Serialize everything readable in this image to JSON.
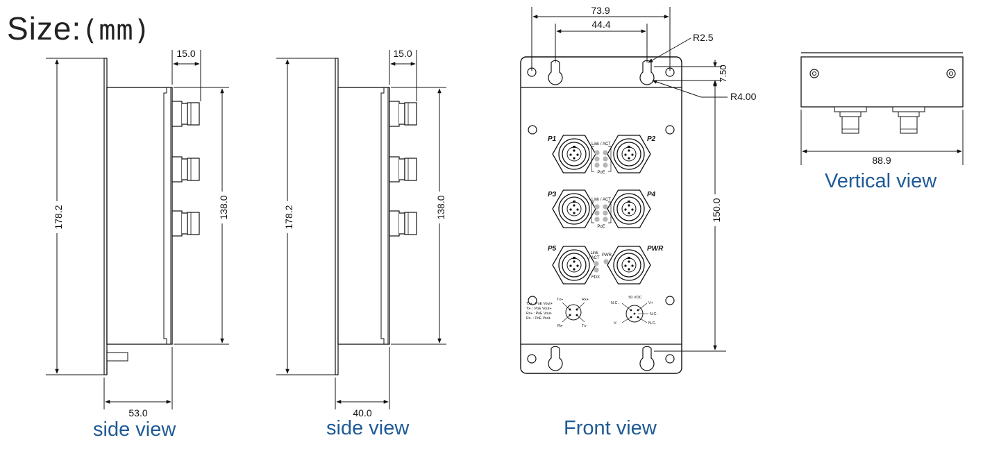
{
  "title": {
    "prefix": "Size:",
    "open_paren": "(",
    "unit": "mm",
    "close_paren": ")"
  },
  "views": {
    "side1": {
      "caption": "side view",
      "height_total": "178.2",
      "height_inner": "138.0",
      "connector_depth": "15.0",
      "depth": "53.0"
    },
    "side2": {
      "caption": "side view",
      "height_total": "178.2",
      "height_inner": "138.0",
      "connector_depth": "15.0",
      "depth": "40.0"
    },
    "front": {
      "caption": "Front view",
      "width_total": "73.9",
      "hole_spacing": "44.4",
      "radius_small": "R2.5",
      "radius_large": "R4.00",
      "offset": "7.50",
      "hole_vertical": "150.0",
      "ports": [
        "P1",
        "P2",
        "P3",
        "P4",
        "P5",
        "PWR"
      ],
      "led_link_act": "Link / ACT",
      "led_poe": "PoE",
      "led_link": "Link",
      "led_act": "/ ACT",
      "led_fdx": "FDX",
      "led_pwr": "PWR",
      "pin_legend": [
        "Tx+ : PoE Vout+",
        "Tx- : PoE Vout+",
        "Rx+ : PoE Vout-",
        "Rx- : PoE Vout-"
      ],
      "pins_data": [
        "Tx+",
        "Rx+",
        "Rx-",
        "Tx-"
      ],
      "power_label": "50 VDC",
      "pins_power": [
        "N.C.",
        "V+",
        "N.C.",
        "V-",
        "N.C."
      ]
    },
    "vertical": {
      "caption": "Vertical view",
      "width": "88.9"
    }
  }
}
